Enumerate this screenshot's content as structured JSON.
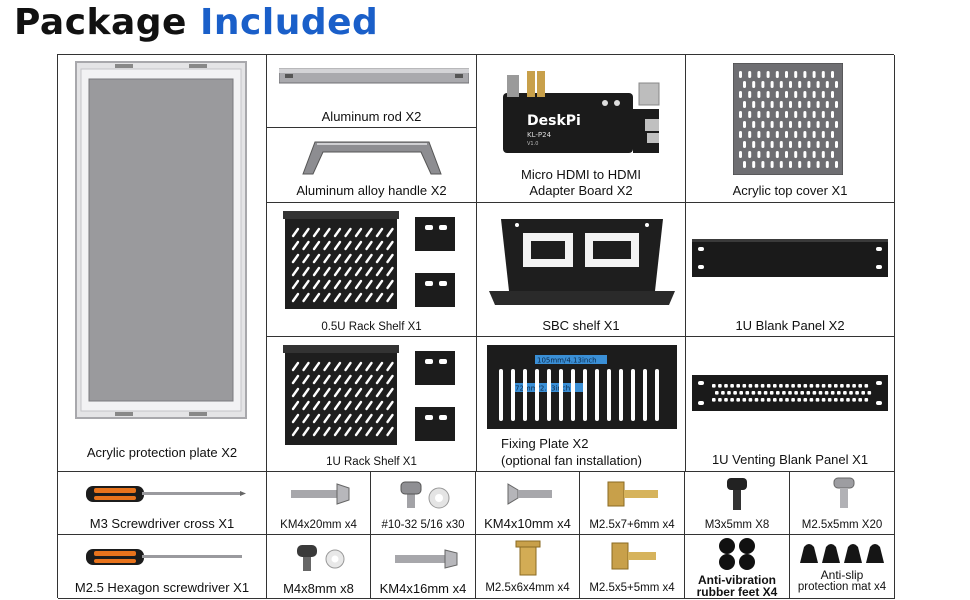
{
  "header": {
    "title_part1": "Package",
    "title_part2": "Included"
  },
  "colors": {
    "accent_blue": "#1a5fc9",
    "metal_black": "#1c1c1c",
    "aluminum": "#b9b9bc",
    "brass": "#c8a04a",
    "orange_handle": "#e8731c"
  },
  "board": {
    "brand": "DeskPi",
    "model": "KL-P24",
    "version": "V1.0"
  },
  "dimensions": {
    "width_label": "105mm/4.13inch",
    "height_label": "72mm/2.83inch"
  },
  "items": {
    "acrylic_plate": "Acrylic protection plate X2",
    "aluminum_rod": "Aluminum rod X2",
    "handle": "Aluminum alloy handle X2",
    "hdmi_board_line1": "Micro HDMI to HDMI",
    "hdmi_board_line2": "Adapter Board  X2",
    "top_cover": "Acrylic top cover X1",
    "shelf_05u": "0.5U Rack Shelf X1",
    "sbc_shelf": "SBC shelf X1",
    "blank_panel": "1U Blank Panel  X2",
    "shelf_1u": "1U Rack Shelf X1",
    "fixing_plate_line1": "Fixing Plate X2",
    "fixing_plate_line2": "(optional fan installation)",
    "venting_panel": "1U Venting Blank Panel X1",
    "m3_screwdriver": "M3 Screwdriver cross  X1",
    "screw_km4x20": "KM4x20mm  x4",
    "screw_10_32": "#10-32  5/16 x30",
    "screw_km4x10": "KM4x10mm x4",
    "standoff_m25x7": "M2.5x7+6mm x4",
    "screw_m3x5": "M3x5mm X8",
    "screw_m25x5": "M2.5x5mm X20",
    "hex_screwdriver": "M2.5 Hexagon screwdriver  X1",
    "screw_m4x8": "M4x8mm  x8",
    "screw_km4x16": "KM4x16mm x4",
    "standoff_m25x6x4": "M2.5x6x4mm x4",
    "standoff_m25x5": "M2.5x5+5mm x4",
    "feet_line1": "Anti-vibration",
    "feet_line2": "rubber feet X4",
    "mat_line1": "Anti-slip",
    "mat_line2": "protection mat x4"
  }
}
